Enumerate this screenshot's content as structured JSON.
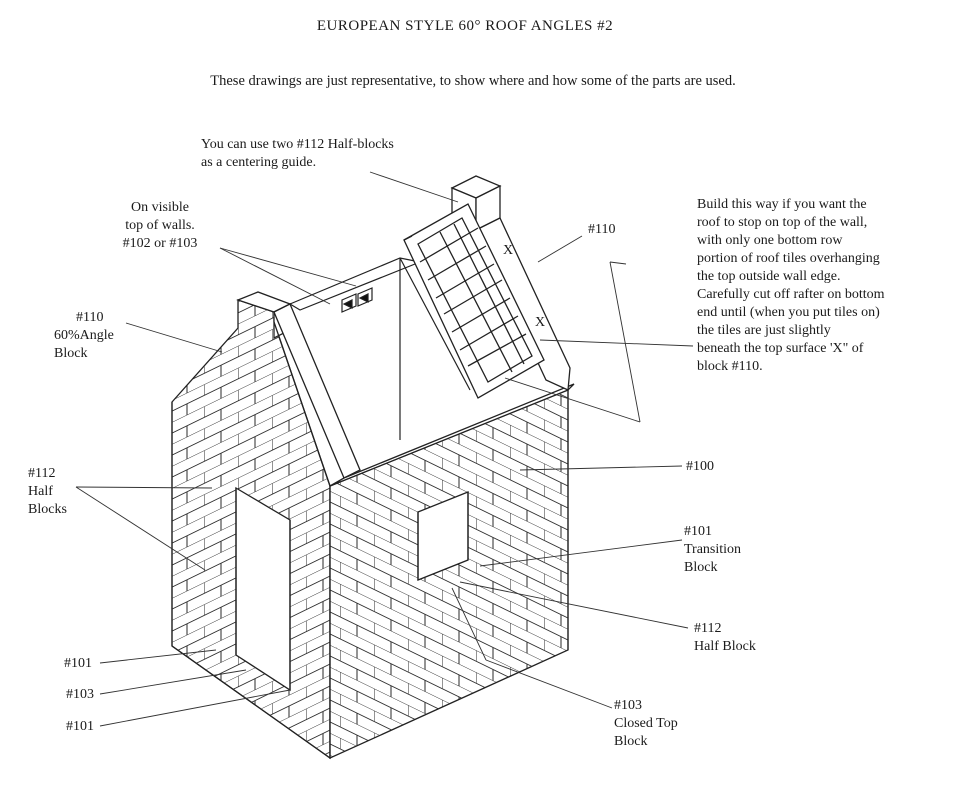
{
  "title": "EUROPEAN STYLE 60° ROOF ANGLES #2",
  "subtitle": "These drawings are just representative, to show where and how some of the parts are used.",
  "callouts": {
    "centering": [
      "You can use two #112 Half-blocks",
      "as a centering guide."
    ],
    "visible_top": [
      "On visible",
      "top of walls.",
      "#102 or #103"
    ],
    "angle_block": [
      "#110",
      "60%Angle",
      "Block"
    ],
    "half_blocks": [
      "#112",
      "Half",
      "Blocks"
    ],
    "right_110": "#110",
    "build_note": [
      "Build this way if you want the",
      "roof to stop on top of the wall,",
      "with only one bottom row",
      "portion of roof tiles overhanging",
      "the top outside wall edge.",
      "Carefully cut off rafter on bottom",
      "end until (when you put tiles on)",
      "the tiles are just slightly",
      "beneath the top surface  'X\" of",
      "block #110."
    ],
    "block_100": "#100",
    "transition": [
      "#101",
      "Transition",
      "Block"
    ],
    "half_block": [
      "#112",
      "Half Block"
    ],
    "closed_top": [
      "#103",
      "Closed Top",
      "Block"
    ],
    "bottom_101_a": "#101",
    "bottom_103": "#103",
    "bottom_101_b": "#101",
    "marker_x": "X"
  }
}
